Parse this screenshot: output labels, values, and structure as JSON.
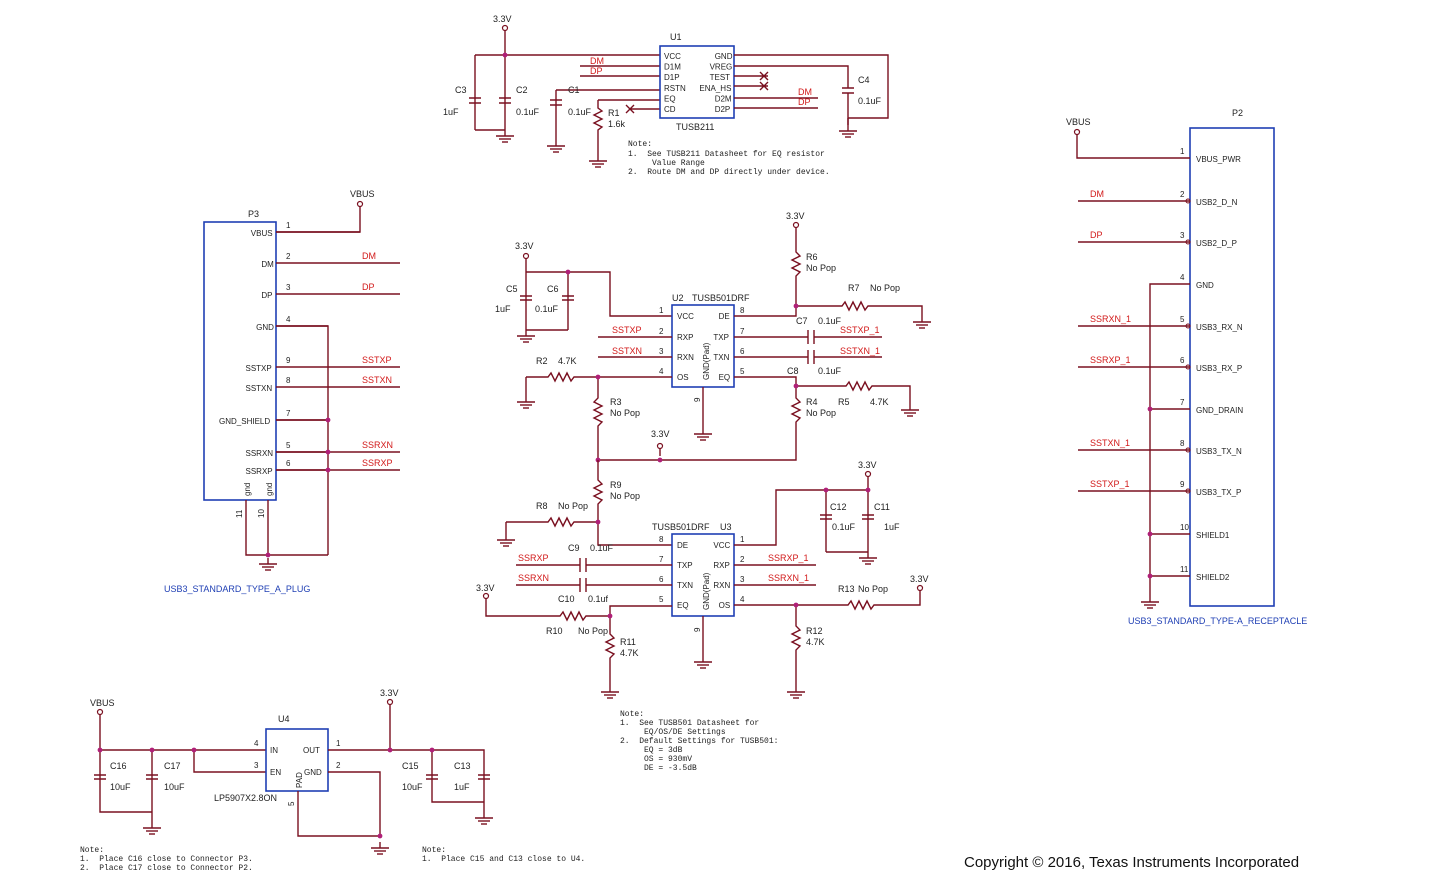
{
  "diagram": {
    "copyright": "Copyright © 2016, Texas Instruments Incorporated",
    "rails": {
      "v33": "3.3V",
      "vbus": "VBUS"
    },
    "u1": {
      "ref": "U1",
      "part": "TUSB211",
      "left_pins": [
        "VCC",
        "D1M",
        "D1P",
        "RSTN",
        "EQ",
        "CD"
      ],
      "right_pins": [
        "GND",
        "VREG",
        "TEST",
        "ENA_HS",
        "D2M",
        "D2P"
      ],
      "c3": {
        "ref": "C3",
        "val": "1uF"
      },
      "c2": {
        "ref": "C2",
        "val": "0.1uF"
      },
      "c1": {
        "ref": "C1",
        "val": "0.1uF"
      },
      "r1": {
        "ref": "R1",
        "val": "1.6k"
      },
      "c4": {
        "ref": "C4",
        "val": "0.1uF"
      },
      "net_dm": "DM",
      "net_dp": "DP",
      "note": [
        "Note:",
        "1.  See TUSB211 Datasheet for EQ resistor",
        "     Value Range",
        "2.  Route DM and DP directly under device."
      ]
    },
    "p3": {
      "ref": "P3",
      "name": "USB3_STANDARD_TYPE_A_PLUG",
      "pins": [
        {
          "num": "1",
          "label": "VBUS",
          "net": "VBUS"
        },
        {
          "num": "2",
          "label": "DM",
          "net": "DM"
        },
        {
          "num": "3",
          "label": "DP",
          "net": "DP"
        },
        {
          "num": "4",
          "label": "GND",
          "net": ""
        },
        {
          "num": "9",
          "label": "SSTXP",
          "net": "SSTXP"
        },
        {
          "num": "8",
          "label": "SSTXN",
          "net": "SSTXN"
        },
        {
          "num": "7",
          "label": "GND_SHIELD",
          "net": ""
        },
        {
          "num": "5",
          "label": "SSRXN",
          "net": "SSRXN"
        },
        {
          "num": "6",
          "label": "SSRXP",
          "net": "SSRXP"
        }
      ],
      "gnd_pins": [
        "gnd",
        "gnd"
      ],
      "gnd_nums": [
        "11",
        "10"
      ]
    },
    "u2": {
      "ref": "U2",
      "part": "TUSB501DRF",
      "left_pins": [
        {
          "num": "1",
          "label": "VCC"
        },
        {
          "num": "2",
          "label": "RXP"
        },
        {
          "num": "3",
          "label": "RXN"
        },
        {
          "num": "4",
          "label": "OS"
        }
      ],
      "right_pins": [
        {
          "num": "8",
          "label": "DE"
        },
        {
          "num": "7",
          "label": "TXP"
        },
        {
          "num": "6",
          "label": "TXN"
        },
        {
          "num": "5",
          "label": "EQ"
        }
      ],
      "gnd": "GND(Pad)",
      "gnd_num": "9",
      "nets_in": [
        "SSTXP",
        "SSTXN"
      ],
      "nets_out": [
        "SSTXP_1",
        "SSTXN_1"
      ]
    },
    "u3": {
      "ref": "U3",
      "part": "TUSB501DRF",
      "left_pins": [
        {
          "num": "8",
          "label": "DE"
        },
        {
          "num": "7",
          "label": "TXP"
        },
        {
          "num": "6",
          "label": "TXN"
        },
        {
          "num": "5",
          "label": "EQ"
        }
      ],
      "right_pins": [
        {
          "num": "1",
          "label": "VCC"
        },
        {
          "num": "2",
          "label": "RXP"
        },
        {
          "num": "3",
          "label": "RXN"
        },
        {
          "num": "4",
          "label": "OS"
        }
      ],
      "gnd": "GND(Pad)",
      "gnd_num": "9",
      "nets_in": [
        "SSRXP_1",
        "SSRXN_1"
      ],
      "nets_out": [
        "SSRXP",
        "SSRXN"
      ]
    },
    "passives": {
      "c5": {
        "ref": "C5",
        "val": "1uF"
      },
      "c6": {
        "ref": "C6",
        "val": "0.1uF"
      },
      "r6": {
        "ref": "R6",
        "val": "No Pop"
      },
      "r7": {
        "ref": "R7",
        "val": "No Pop"
      },
      "c7": {
        "ref": "C7",
        "val": "0.1uF"
      },
      "c8": {
        "ref": "C8",
        "val": "0.1uF"
      },
      "r2": {
        "ref": "R2",
        "val": "4.7K"
      },
      "r3": {
        "ref": "R3",
        "val": "No Pop"
      },
      "r4": {
        "ref": "R4",
        "val": "No Pop"
      },
      "r5": {
        "ref": "R5",
        "val": "4.7K"
      },
      "r9": {
        "ref": "R9",
        "val": "No Pop"
      },
      "r8": {
        "ref": "R8",
        "val": "No Pop"
      },
      "c9": {
        "ref": "C9",
        "val": "0.1uF"
      },
      "c10": {
        "ref": "C10",
        "val": "0.1uf"
      },
      "r10": {
        "ref": "R10",
        "val": "No Pop"
      },
      "r11": {
        "ref": "R11",
        "val": "4.7K"
      },
      "c12": {
        "ref": "C12",
        "val": "0.1uF"
      },
      "c11": {
        "ref": "C11",
        "val": "1uF"
      },
      "r13": {
        "ref": "R13",
        "val": "No Pop"
      },
      "r12": {
        "ref": "R12",
        "val": "4.7K"
      }
    },
    "p2": {
      "ref": "P2",
      "name": "USB3_STANDARD_TYPE-A_RECEPTACLE",
      "pins": [
        {
          "num": "1",
          "label": "VBUS_PWR",
          "net": "VBUS"
        },
        {
          "num": "2",
          "label": "USB2_D_N",
          "net": "DM"
        },
        {
          "num": "3",
          "label": "USB2_D_P",
          "net": "DP"
        },
        {
          "num": "4",
          "label": "GND",
          "net": ""
        },
        {
          "num": "5",
          "label": "USB3_RX_N",
          "net": "SSRXN_1"
        },
        {
          "num": "6",
          "label": "USB3_RX_P",
          "net": "SSRXP_1"
        },
        {
          "num": "7",
          "label": "GND_DRAIN",
          "net": ""
        },
        {
          "num": "8",
          "label": "USB3_TX_N",
          "net": "SSTXN_1"
        },
        {
          "num": "9",
          "label": "USB3_TX_P",
          "net": "SSTXP_1"
        },
        {
          "num": "10",
          "label": "SHIELD1",
          "net": ""
        },
        {
          "num": "11",
          "label": "SHIELD2",
          "net": ""
        }
      ]
    },
    "u4": {
      "ref": "U4",
      "part": "LP5907X2.8ON",
      "pins": [
        {
          "num": "4",
          "label": "IN"
        },
        {
          "num": "3",
          "label": "EN"
        },
        {
          "num": "1",
          "label": "OUT"
        },
        {
          "num": "2",
          "label": "GND"
        }
      ],
      "pad": "PAD",
      "pad_num": "5",
      "c16": {
        "ref": "C16",
        "val": "10uF"
      },
      "c17": {
        "ref": "C17",
        "val": "10uF"
      },
      "c15": {
        "ref": "C15",
        "val": "10uF"
      },
      "c13": {
        "ref": "C13",
        "val": "1uF"
      }
    },
    "notes": {
      "tusb501": [
        "Note:",
        "1.  See TUSB501 Datasheet for",
        "     EQ/OS/DE Settings",
        "2.  Default Settings for TUSB501:",
        "     EQ = 3dB",
        "     OS = 930mV",
        "     DE = -3.5dB"
      ],
      "ldo_left": [
        "Note:",
        "1.  Place C16 close to Connector P3.",
        "2.  Place C17 close to Connector P2."
      ],
      "ldo_right": [
        "Note:",
        "1.  Place C15 and C13 close to U4."
      ]
    }
  }
}
